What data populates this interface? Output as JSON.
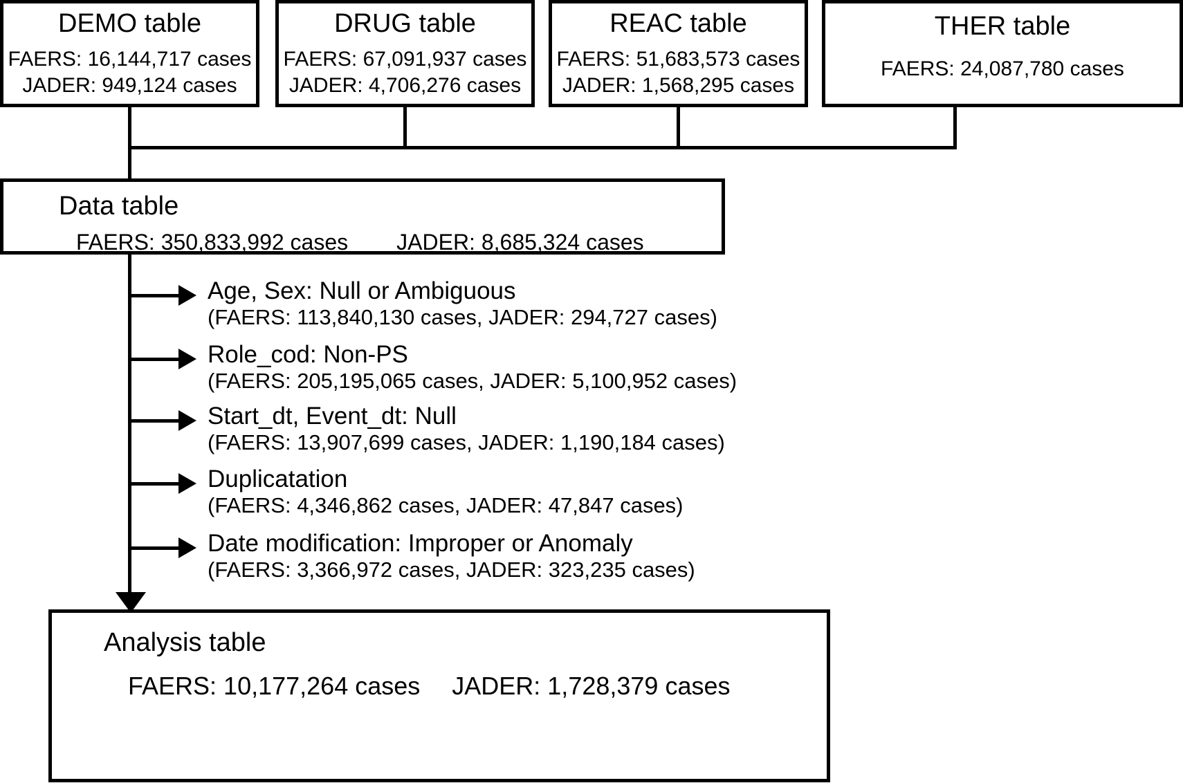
{
  "diagram": {
    "type": "flowchart",
    "title": "FAERS and JADER data processing flow"
  },
  "source_tables": [
    {
      "name": "DEMO table",
      "lines": [
        "FAERS: 16,144,717 cases",
        "JADER: 949,124 cases"
      ]
    },
    {
      "name": "DRUG table",
      "lines": [
        "FAERS: 67,091,937 cases",
        "JADER: 4,706,276 cases"
      ]
    },
    {
      "name": "REAC table",
      "lines": [
        "FAERS: 51,683,573 cases",
        "JADER: 1,568,295 cases"
      ]
    },
    {
      "name": "THER table",
      "lines": [
        "FAERS: 24,087,780 cases"
      ]
    }
  ],
  "data_table": {
    "title": "Data table",
    "faers": "FAERS:  350,833,992 cases",
    "jader": "JADER: 8,685,324 cases"
  },
  "exclusions": [
    {
      "criterion": "Age, Sex: Null or Ambiguous",
      "counts": "(FAERS: 113,840,130 cases, JADER: 294,727 cases)"
    },
    {
      "criterion": "Role_cod: Non-PS",
      "counts": "(FAERS: 205,195,065 cases, JADER: 5,100,952 cases)"
    },
    {
      "criterion": "Start_dt, Event_dt: Null",
      "counts": "(FAERS: 13,907,699 cases, JADER: 1,190,184 cases)"
    },
    {
      "criterion": "Duplicatation",
      "counts": "(FAERS: 4,346,862 cases, JADER: 47,847 cases)"
    },
    {
      "criterion": "Date modification: Improper or Anomaly",
      "counts": "(FAERS: 3,366,972 cases, JADER: 323,235 cases)"
    }
  ],
  "analysis_table": {
    "title": "Analysis table",
    "faers": "FAERS: 10,177,264 cases",
    "jader": "JADER: 1,728,379 cases"
  },
  "colors": {
    "stroke": "#000000",
    "background": "#ffffff"
  }
}
